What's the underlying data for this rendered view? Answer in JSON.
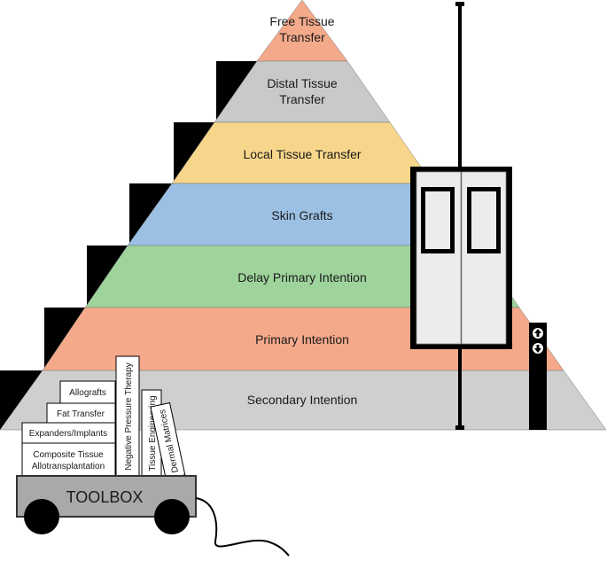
{
  "pyramid": {
    "levels": [
      {
        "label_lines": [
          "Free Tissue",
          "Transfer"
        ],
        "color": "#f4a98a"
      },
      {
        "label_lines": [
          "Distal Tissue",
          "Transfer"
        ],
        "color": "#c9c9c9"
      },
      {
        "label_lines": [
          "Local Tissue Transfer"
        ],
        "color": "#f7d58a"
      },
      {
        "label_lines": [
          "Skin Grafts"
        ],
        "color": "#9cc0e3"
      },
      {
        "label_lines": [
          "Delay Primary Intention"
        ],
        "color": "#9ed39b"
      },
      {
        "label_lines": [
          "Primary Intention"
        ],
        "color": "#f4a98a"
      },
      {
        "label_lines": [
          "Secondary Intention"
        ],
        "color": "#cfcfcf"
      }
    ]
  },
  "elevator": {
    "buttons": [
      {
        "icon": "arrow-up-icon"
      },
      {
        "icon": "arrow-down-icon"
      }
    ]
  },
  "toolbox": {
    "label": "TOOLBOX",
    "cart_color": "#a9a9a9",
    "stacked_books": [
      {
        "label_lines": [
          "Allografts"
        ]
      },
      {
        "label_lines": [
          "Fat Transfer"
        ]
      },
      {
        "label_lines": [
          "Expanders/Implants"
        ]
      },
      {
        "label_lines": [
          "Composite Tissue",
          "Allotransplantation"
        ]
      }
    ],
    "standing_books": [
      {
        "label": "Negative Pressure Therapy"
      },
      {
        "label": "Tissue Engineering"
      },
      {
        "label": "Dermal Matrices"
      }
    ]
  }
}
